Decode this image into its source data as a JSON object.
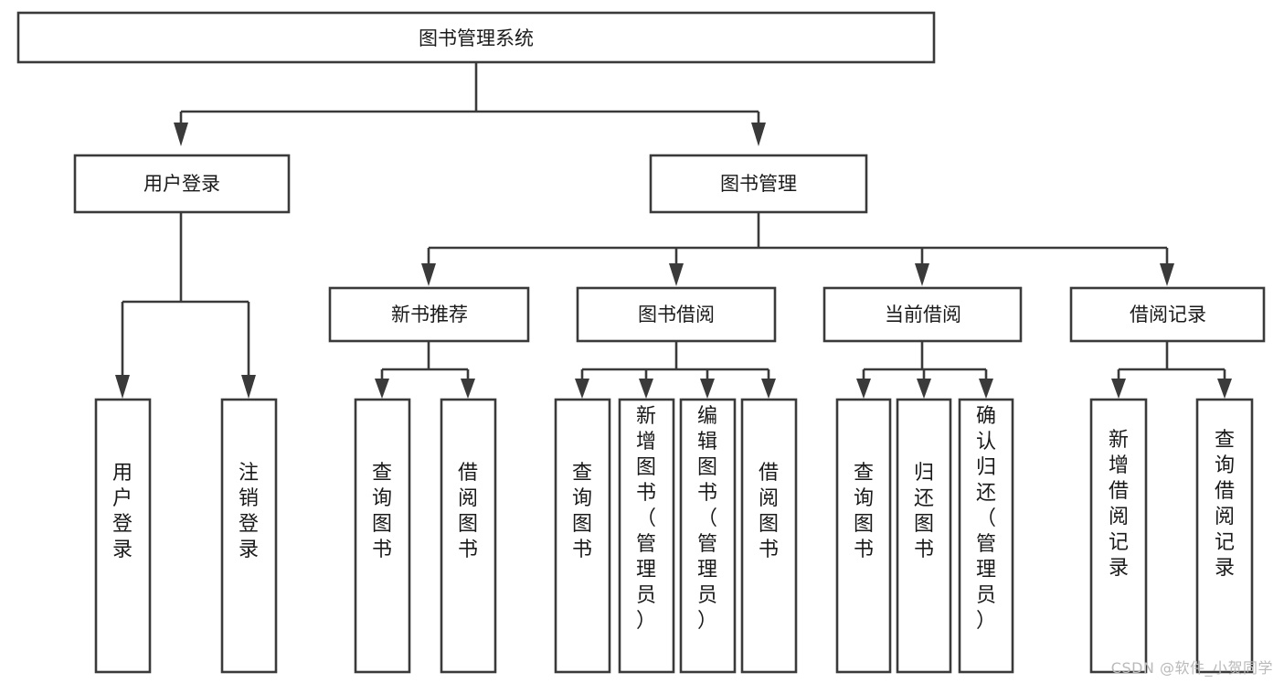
{
  "diagram": {
    "title": "图书管理系统",
    "type": "tree-hierarchy-chart",
    "root": {
      "id": "root",
      "label": "图书管理系统",
      "orientation": "horizontal"
    },
    "level2": [
      {
        "id": "user-login",
        "label": "用户登录",
        "orientation": "horizontal"
      },
      {
        "id": "book-manage",
        "label": "图书管理",
        "orientation": "horizontal"
      }
    ],
    "level3": [
      {
        "id": "new-book-rec",
        "label": "新书推荐",
        "orientation": "horizontal",
        "parent": "book-manage"
      },
      {
        "id": "book-borrow",
        "label": "图书借阅",
        "orientation": "horizontal",
        "parent": "book-manage"
      },
      {
        "id": "current-borrow",
        "label": "当前借阅",
        "orientation": "horizontal",
        "parent": "book-manage"
      },
      {
        "id": "borrow-record",
        "label": "借阅记录",
        "orientation": "horizontal",
        "parent": "book-manage"
      }
    ],
    "leaves": [
      {
        "id": "leaf-user-login",
        "label": "用户登录",
        "orientation": "vertical",
        "parent": "user-login"
      },
      {
        "id": "leaf-user-logout",
        "label": "注销登录",
        "orientation": "vertical",
        "parent": "user-login"
      },
      {
        "id": "leaf-query-book-1",
        "label": "查询图书",
        "orientation": "vertical",
        "parent": "new-book-rec"
      },
      {
        "id": "leaf-borrow-book-1",
        "label": "借阅图书",
        "orientation": "vertical",
        "parent": "new-book-rec"
      },
      {
        "id": "leaf-query-book-2",
        "label": "查询图书",
        "orientation": "vertical",
        "parent": "book-borrow"
      },
      {
        "id": "leaf-add-book",
        "label": "新增图书（管理员）",
        "orientation": "vertical",
        "parent": "book-borrow"
      },
      {
        "id": "leaf-edit-book",
        "label": "编辑图书（管理员）",
        "orientation": "vertical",
        "parent": "book-borrow"
      },
      {
        "id": "leaf-borrow-book-2",
        "label": "借阅图书",
        "orientation": "vertical",
        "parent": "book-borrow"
      },
      {
        "id": "leaf-query-book-3",
        "label": "查询图书",
        "orientation": "vertical",
        "parent": "current-borrow"
      },
      {
        "id": "leaf-return-book",
        "label": "归还图书",
        "orientation": "vertical",
        "parent": "current-borrow"
      },
      {
        "id": "leaf-confirm-return",
        "label": "确认归还（管理员）",
        "orientation": "vertical",
        "parent": "current-borrow"
      },
      {
        "id": "leaf-add-record",
        "label": "新增借阅记录",
        "orientation": "vertical",
        "parent": "borrow-record"
      },
      {
        "id": "leaf-query-record",
        "label": "查询借阅记录",
        "orientation": "vertical",
        "parent": "borrow-record"
      }
    ],
    "colors": {
      "stroke": "#3a3a3a",
      "fill": "#ffffff",
      "text": "#1a1a1a",
      "watermark": "#b9b9b9",
      "background": "#ffffff"
    }
  },
  "watermark": {
    "text": "CSDN @软件_小贺同学"
  }
}
